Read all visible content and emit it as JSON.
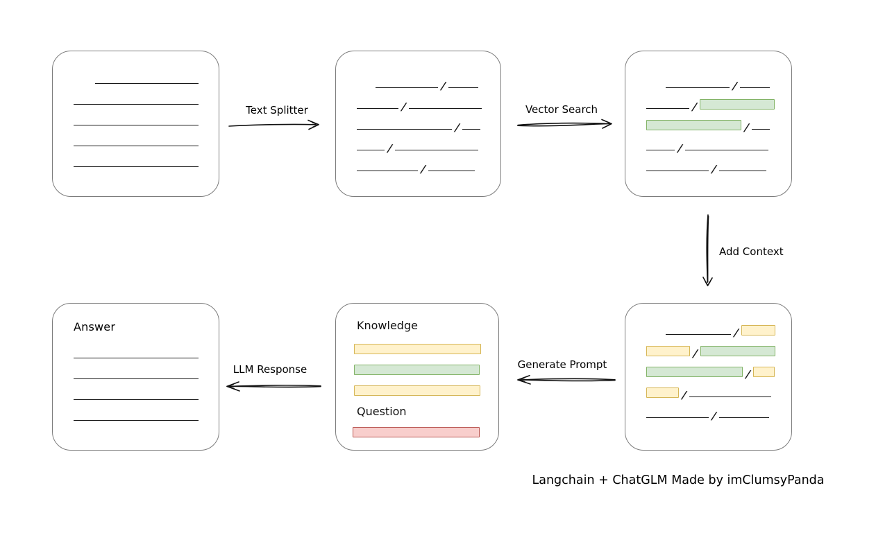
{
  "diagram": {
    "credit": "Langchain + ChatGLM Made by imClumsyPanda",
    "separator": "/",
    "colors": {
      "box_border": "#7c7c7c",
      "line_stroke": "#161616",
      "green_fill": "#d5e8d4",
      "green_border": "#82b366",
      "yellow_fill": "#fff2cc",
      "yellow_border": "#d6b656",
      "red_fill": "#f8cecc",
      "red_border": "#b85450"
    },
    "arrows": [
      {
        "id": "text-splitter",
        "label": "Text Splitter",
        "direction": "right"
      },
      {
        "id": "vector-search",
        "label": "Vector Search",
        "direction": "right"
      },
      {
        "id": "add-context",
        "label": "Add Context",
        "direction": "down"
      },
      {
        "id": "generate-prompt",
        "label": "Generate Prompt",
        "direction": "left"
      },
      {
        "id": "llm-response",
        "label": "LLM Response",
        "direction": "left"
      }
    ],
    "boxes": {
      "document": {
        "slash": false,
        "rows": [
          {
            "indent": 31,
            "segs": [
              {
                "t": "line",
                "w": 149
              }
            ]
          },
          {
            "indent": 0,
            "segs": [
              {
                "t": "line",
                "w": 180
              }
            ]
          },
          {
            "indent": 0,
            "segs": [
              {
                "t": "line",
                "w": 180
              }
            ]
          },
          {
            "indent": 0,
            "segs": [
              {
                "t": "line",
                "w": 180
              }
            ]
          },
          {
            "indent": 0,
            "segs": [
              {
                "t": "line",
                "w": 180
              }
            ]
          }
        ]
      },
      "split_text": {
        "slash": true,
        "rows": [
          {
            "indent": 27,
            "segs": [
              {
                "t": "line",
                "w": 90
              },
              {
                "t": "line",
                "w": 43
              }
            ]
          },
          {
            "indent": 0,
            "segs": [
              {
                "t": "line",
                "w": 60
              },
              {
                "t": "line",
                "w": 105
              }
            ]
          },
          {
            "indent": 0,
            "segs": [
              {
                "t": "line",
                "w": 137
              },
              {
                "t": "line",
                "w": 26
              }
            ]
          },
          {
            "indent": 0,
            "segs": [
              {
                "t": "line",
                "w": 40
              },
              {
                "t": "line",
                "w": 120
              }
            ]
          },
          {
            "indent": 0,
            "segs": [
              {
                "t": "line",
                "w": 88
              },
              {
                "t": "line",
                "w": 67
              }
            ]
          }
        ]
      },
      "search_result": {
        "slash": true,
        "rows": [
          {
            "indent": 28,
            "segs": [
              {
                "t": "line",
                "w": 92
              },
              {
                "t": "line",
                "w": 43
              }
            ]
          },
          {
            "indent": 0,
            "segs": [
              {
                "t": "line",
                "w": 62
              },
              {
                "t": "green",
                "w": 108
              }
            ]
          },
          {
            "indent": 0,
            "segs": [
              {
                "t": "green",
                "w": 137
              },
              {
                "t": "line",
                "w": 26
              }
            ]
          },
          {
            "indent": 0,
            "segs": [
              {
                "t": "line",
                "w": 41
              },
              {
                "t": "line",
                "w": 120
              }
            ]
          },
          {
            "indent": 0,
            "segs": [
              {
                "t": "line",
                "w": 90
              },
              {
                "t": "line",
                "w": 68
              }
            ]
          }
        ]
      },
      "context_result": {
        "slash": true,
        "rows": [
          {
            "indent": 28,
            "segs": [
              {
                "t": "line",
                "w": 94
              },
              {
                "t": "yellow",
                "w": 49
              }
            ]
          },
          {
            "indent": 0,
            "segs": [
              {
                "t": "yellow",
                "w": 63
              },
              {
                "t": "green",
                "w": 108
              }
            ]
          },
          {
            "indent": 0,
            "segs": [
              {
                "t": "green",
                "w": 139
              },
              {
                "t": "yellow",
                "w": 31
              }
            ]
          },
          {
            "indent": 0,
            "segs": [
              {
                "t": "yellow",
                "w": 47
              },
              {
                "t": "line",
                "w": 118
              }
            ]
          },
          {
            "indent": 0,
            "segs": [
              {
                "t": "line",
                "w": 90
              },
              {
                "t": "line",
                "w": 72
              }
            ]
          }
        ]
      },
      "prompt": {
        "knowledge_label": "Knowledge",
        "question_label": "Question",
        "knowledge_bars": [
          {
            "color": "yellow",
            "w": 183
          },
          {
            "color": "green",
            "w": 181
          },
          {
            "color": "yellow",
            "w": 182
          }
        ],
        "question_bars": [
          {
            "color": "red",
            "w": 183
          }
        ]
      },
      "answer": {
        "title": "Answer",
        "slash": false,
        "rows": [
          {
            "indent": 0,
            "segs": [
              {
                "t": "line",
                "w": 180
              }
            ]
          },
          {
            "indent": 0,
            "segs": [
              {
                "t": "line",
                "w": 180
              }
            ]
          },
          {
            "indent": 0,
            "segs": [
              {
                "t": "line",
                "w": 180
              }
            ]
          },
          {
            "indent": 0,
            "segs": [
              {
                "t": "line",
                "w": 180
              }
            ]
          }
        ]
      }
    }
  }
}
